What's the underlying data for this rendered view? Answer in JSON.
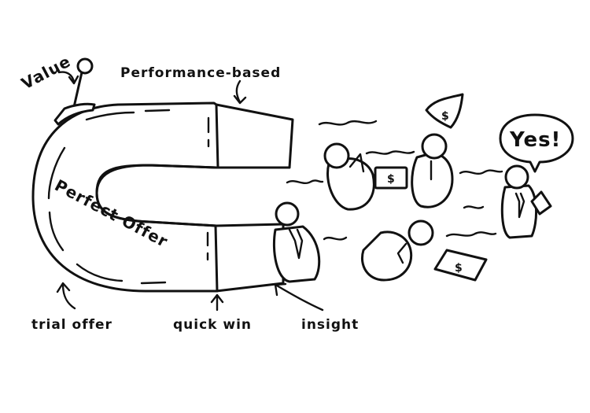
{
  "labels": {
    "value": "Value",
    "performance": "Performance-based",
    "perfect_offer": "Perfect Offer",
    "trial_offer": "trial offer",
    "quick_win": "quick win",
    "insight": "insight",
    "yes": "Yes!"
  },
  "currency_symbol": "$",
  "colors": {
    "ink": "#111111",
    "paper": "#ffffff"
  }
}
